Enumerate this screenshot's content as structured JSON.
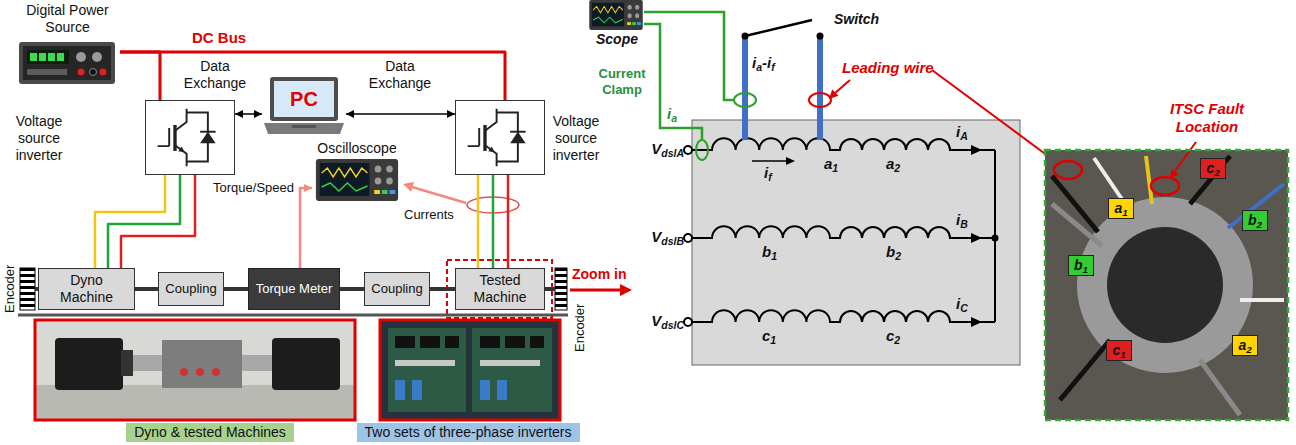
{
  "diagram": {
    "nodes": [
      {
        "text": [
          "Digital Power Source"
        ]
      },
      {
        "text": [
          "Voltage source inverter"
        ]
      },
      {
        "text": [
          "PC"
        ]
      },
      {
        "text": [
          "Voltage source inverter"
        ]
      },
      {
        "text": [
          "Oscilloscope"
        ]
      },
      {
        "text": [
          "Dyno Machine"
        ]
      },
      {
        "text": [
          "Coupling"
        ]
      },
      {
        "text": [
          "Torque Meter"
        ]
      },
      {
        "text": [
          "Coupling"
        ]
      },
      {
        "text": [
          "Tested Machine"
        ]
      },
      {
        "text": [
          "Dyno & tested Machines"
        ]
      },
      {
        "text": [
          "Two sets of three-phase inverters"
        ]
      },
      {
        "text": [
          "Scope"
        ]
      },
      {
        "text": [
          "c2"
        ]
      },
      {
        "text": [
          "a1"
        ]
      },
      {
        "text": [
          "b2"
        ]
      },
      {
        "text": [
          "b1"
        ]
      },
      {
        "text": [
          "c1"
        ]
      },
      {
        "text": [
          "a2"
        ]
      }
    ],
    "edges": [
      {
        "from": 0,
        "to": 1,
        "arrow": "none"
      },
      {
        "from": 0,
        "to": 3,
        "arrow": "none"
      },
      {
        "from": 1,
        "to": 2,
        "arrow": "both",
        "label": "Data Exchange"
      },
      {
        "from": 2,
        "to": 3,
        "arrow": "both",
        "label": "Data Exchange"
      },
      {
        "from": 1,
        "to": 5,
        "arrow": "none"
      },
      {
        "from": 1,
        "to": 5,
        "arrow": "none"
      },
      {
        "from": 1,
        "to": 5,
        "arrow": "none"
      },
      {
        "from": 3,
        "to": 9,
        "arrow": "none"
      },
      {
        "from": 3,
        "to": 9,
        "arrow": "none"
      },
      {
        "from": 3,
        "to": 9,
        "arrow": "none"
      },
      {
        "from": 7,
        "to": 4,
        "arrow": "to",
        "label": "Torque/Speed"
      },
      {
        "from": 5,
        "to": 6,
        "arrow": "none"
      },
      {
        "from": 6,
        "to": 7,
        "arrow": "none"
      },
      {
        "from": 7,
        "to": 8,
        "arrow": "none"
      },
      {
        "from": 8,
        "to": 9,
        "arrow": "none"
      }
    ],
    "labels": [
      "DC Bus",
      "Currents",
      "Encoder",
      "Encoder",
      "Zoom in",
      "Switch",
      "Current Clamp",
      "ia",
      "ia-if",
      "Leading wire",
      "VdslA",
      "VdslB",
      "VdslC",
      "if",
      "a1",
      "a2",
      "b1",
      "b2",
      "c1",
      "c2",
      "iA",
      "iB",
      "iC",
      "ITSC Fault Location"
    ]
  }
}
